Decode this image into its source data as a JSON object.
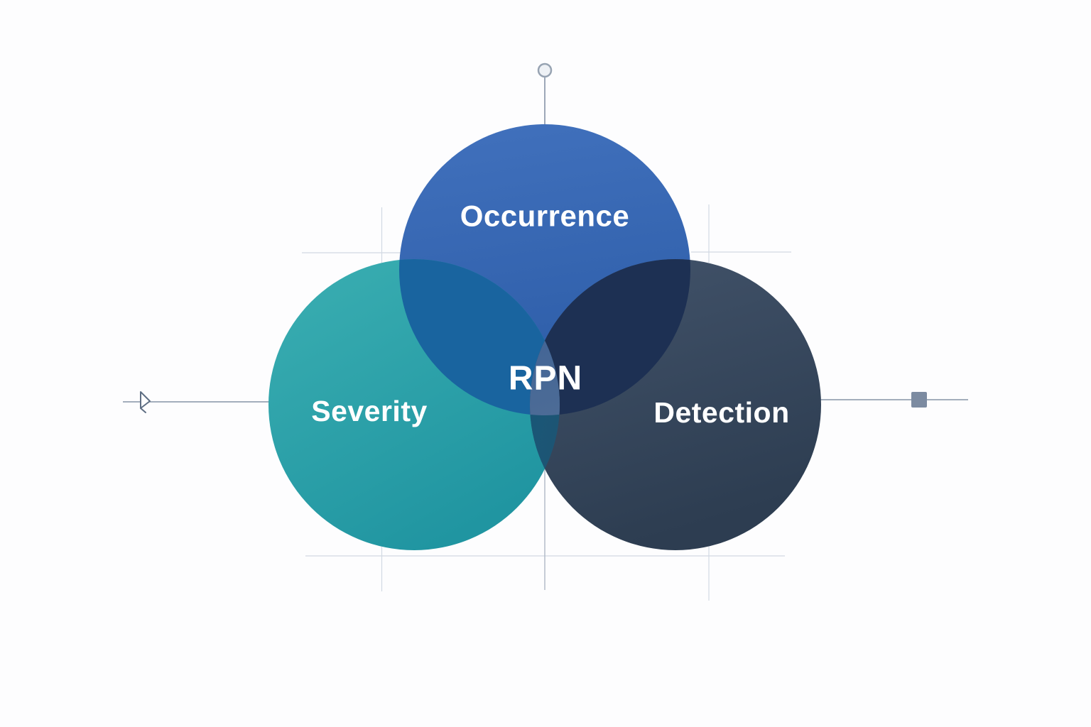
{
  "diagram": {
    "type": "venn-3",
    "center_label": "RPN",
    "circles": [
      {
        "id": "occurrence",
        "label": "Occurrence"
      },
      {
        "id": "severity",
        "label": "Severity"
      },
      {
        "id": "detection",
        "label": "Detection"
      }
    ]
  },
  "colors": {
    "background": "#fdfdfe",
    "label_text": "#ffffff",
    "occurrence_top": "#4171bd",
    "occurrence_bottom": "#2c5ca7",
    "severity_top": "#3bafb2",
    "severity_bottom": "#2095a1",
    "detection_top": "#42536a",
    "detection_bottom": "#2d3d51",
    "overlap_occurrence_severity": "#19649f",
    "overlap_occurrence_detection": "#1d3053",
    "overlap_severity_detection_left": "#16587a",
    "overlap_severity_detection_right": "#344a60",
    "center_top": "#3a5f95",
    "center_bottom": "#5d7798",
    "guide_faint": "#d2d9e3",
    "guide_medium": "#aeb8c5",
    "guide_strong": "#8593a6",
    "handle_fill": "#eef1f5",
    "handle_stroke": "#97a3b2",
    "square_handle_fill": "#7c8ba1",
    "arrow_handle_stroke": "#5e6e83"
  }
}
